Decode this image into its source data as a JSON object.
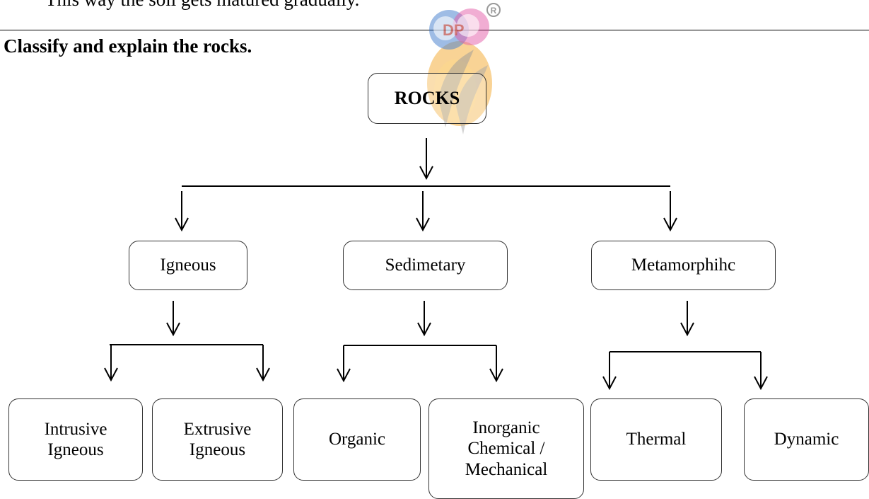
{
  "previous_text": "This way the soil gets matured gradually.",
  "question": "Classify and explain the rocks.",
  "watermark": {
    "text": "DP",
    "mark": "R"
  },
  "root": "ROCKS",
  "categories": [
    {
      "label": "Igneous",
      "children": [
        [
          "Intrusive",
          "Igneous"
        ],
        [
          "Extrusive",
          "Igneous"
        ]
      ]
    },
    {
      "label": "Sedimetary",
      "children": [
        [
          "Organic"
        ],
        [
          "Inorganic",
          "Chemical /",
          "Mechanical"
        ]
      ]
    },
    {
      "label": "Metamorphihc",
      "children": [
        [
          "Thermal"
        ],
        [
          "Dynamic"
        ]
      ]
    }
  ],
  "colors": {
    "watermark_orange": "#f3a11c",
    "watermark_blue": "#2f6fc7",
    "line": "#000000"
  }
}
